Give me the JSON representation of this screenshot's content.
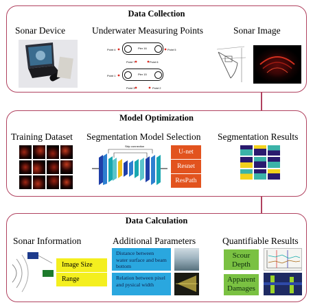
{
  "panels": {
    "collection": {
      "title": "Data Collection",
      "labels": {
        "sonar_device": "Sonar Device",
        "measuring_points": "Underwater Measuring Points",
        "sonar_image": "Sonar Image"
      },
      "points": {
        "p4": "Point 4",
        "p5": "Point 5",
        "p7": "Point 7",
        "p6": "Point 6",
        "p1": "Point 1",
        "p3": "Point 3",
        "p2": "Point 2",
        "pier16": "Pier 16",
        "pier15": "Pier 15"
      }
    },
    "optimization": {
      "title": "Model Optimization",
      "labels": {
        "training": "Training Dataset",
        "selection": "Segmentation Model Selection",
        "results": "Segmentation Results"
      },
      "models": [
        "U-net",
        "Resnet",
        "ResPath"
      ],
      "skip_label": "Skip connection"
    },
    "calculation": {
      "title": "Data Calculation",
      "labels": {
        "sonar_info": "Sonar Information",
        "additional": "Additional Parameters",
        "quantifiable": "Quantifiable Results"
      },
      "sonar_fields": [
        "Image Size",
        "Range"
      ],
      "params": [
        "Distance between water surface and beam bottom",
        "Relation between pixel and pysical width"
      ],
      "results": [
        "Scour Depth",
        "Apparent Damages"
      ]
    }
  },
  "colors": {
    "frame": "#b0405e",
    "arrow": "#f2b51b",
    "model_box": "#e2531e",
    "info_box": "#f4ef1f",
    "param_box": "#2aa7df",
    "result_box": "#7ac142"
  }
}
